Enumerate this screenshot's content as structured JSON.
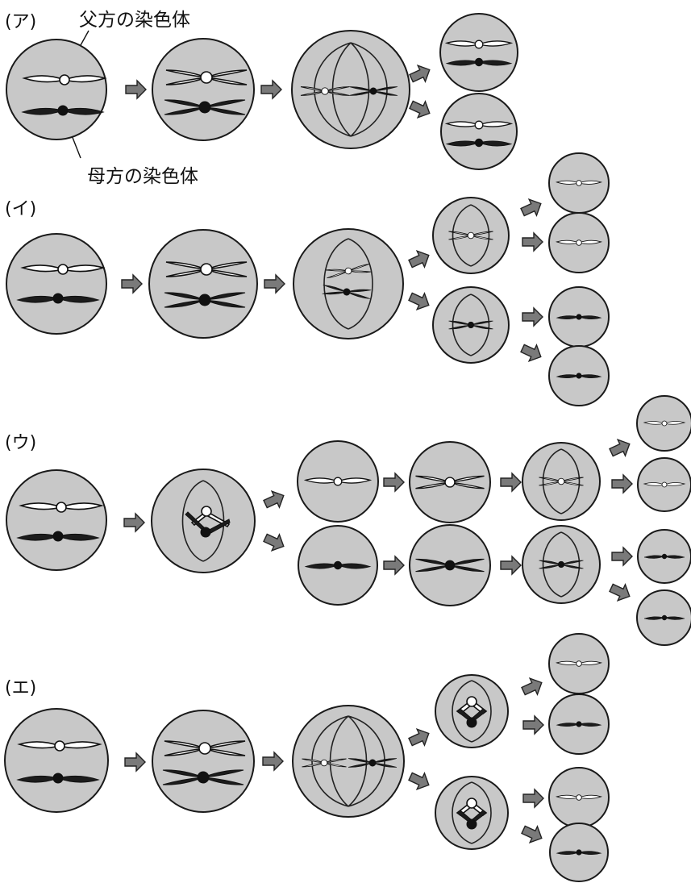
{
  "labels": {
    "a": "(ア)",
    "i": "(イ)",
    "u": "(ウ)",
    "e": "(エ)"
  },
  "callouts": {
    "paternal": "父方の染色体",
    "maternal": "母方の染色体"
  },
  "colors": {
    "cell": "#c8c8c8",
    "paternal_chromosome": "#ffffff",
    "maternal_chromosome": "#1c1c1c",
    "arrow": "#7a7a7a"
  }
}
